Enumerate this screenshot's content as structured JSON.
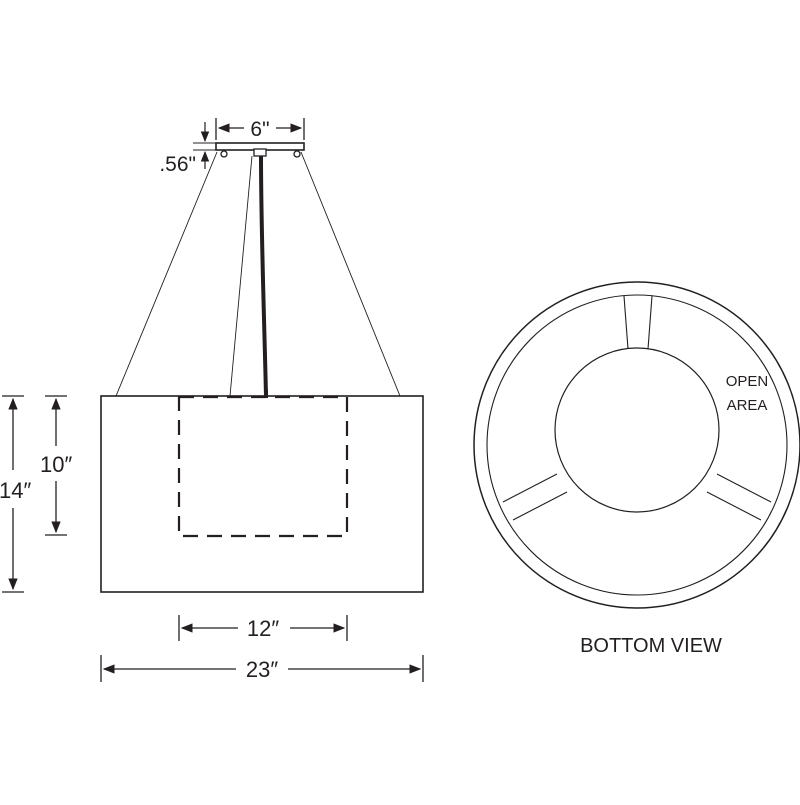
{
  "dimensions": {
    "canopy_width": "6\"",
    "canopy_height": ".56\"",
    "overall_height": "14″",
    "shade_height": "10″",
    "diffuser_width": "12″",
    "shade_width": "23″"
  },
  "bottom_view": {
    "title": "BOTTOM VIEW",
    "open_area_line1": "OPEN",
    "open_area_line2": "AREA"
  }
}
